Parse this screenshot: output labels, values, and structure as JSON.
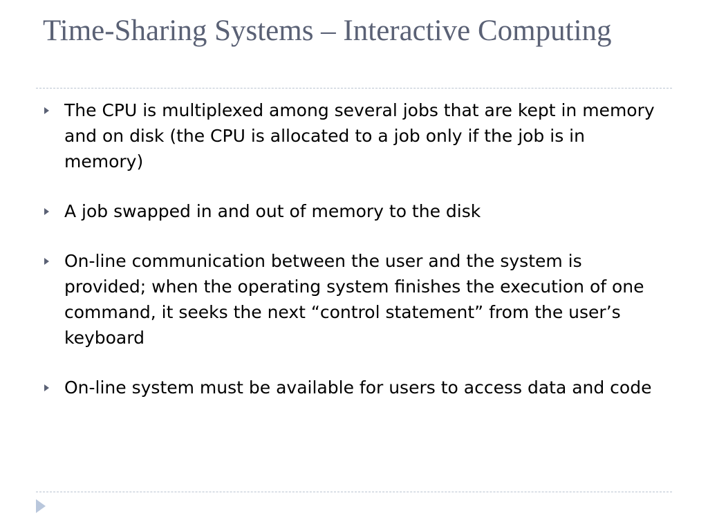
{
  "slide": {
    "title": "Time-Sharing Systems – Interactive Computing",
    "bullets": [
      {
        "text": "The CPU is multiplexed among several jobs that are kept in memory and on disk (the CPU is allocated to a job only if the job is in memory)"
      },
      {
        "text": "A job swapped in and out of memory to the disk"
      },
      {
        "text": "On-line communication between the user and the system is provided; when the operating system finishes the execution of one command, it seeks the next “control statement” from the user’s keyboard"
      },
      {
        "text": "On-line system must be available for users to access data and code"
      }
    ]
  },
  "colors": {
    "title": "#5a6175",
    "bullet_marker": "#5a6175",
    "rule": "#b9c3d0",
    "nav_icon": "#b9c7dc"
  },
  "icons": {
    "bullet": "triangle-right-icon",
    "navigation": "next-slide-icon"
  }
}
